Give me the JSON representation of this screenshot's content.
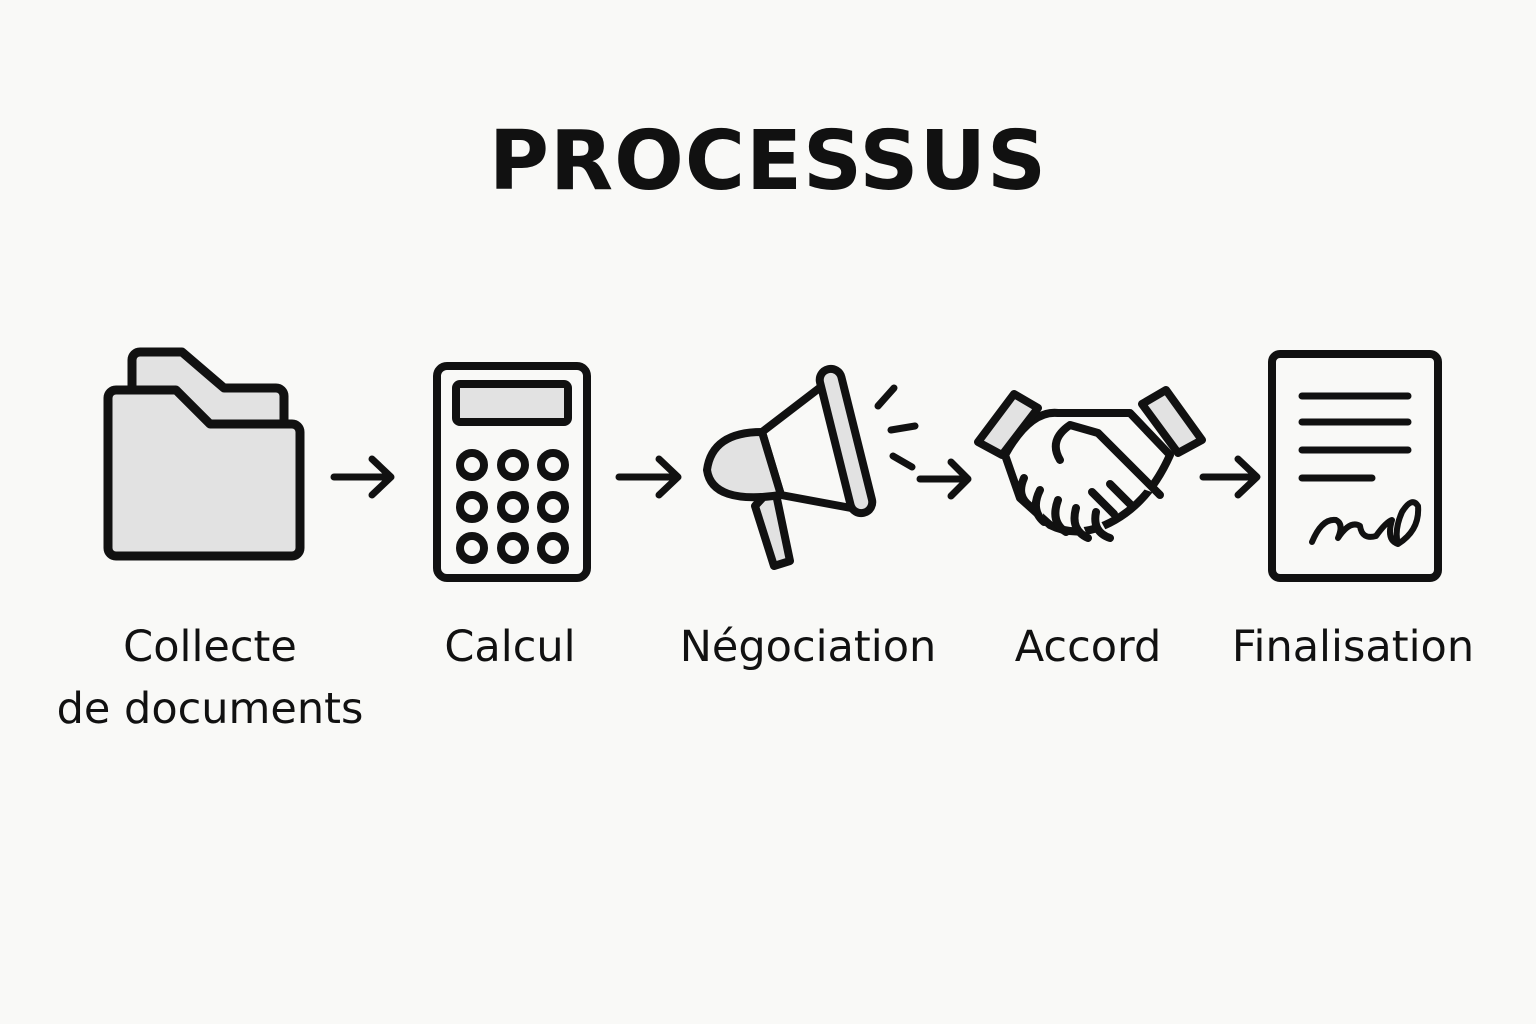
{
  "title": "PROCESSUS",
  "colors": {
    "stroke": "#111111",
    "fill": "#e2e2e2",
    "background": "#f9f9f7"
  },
  "steps": [
    {
      "icon": "folder-icon",
      "line1": "Collecte",
      "line2": "de documents"
    },
    {
      "icon": "calculator-icon",
      "line1": "Calcul"
    },
    {
      "icon": "megaphone-icon",
      "line1": "Négociation"
    },
    {
      "icon": "handshake-icon",
      "line1": "Accord"
    },
    {
      "icon": "signed-document-icon",
      "line1": "Finalisation"
    }
  ],
  "connectors": [
    "arrow-right",
    "arrow-right",
    "arrow-right",
    "arrow-right"
  ]
}
